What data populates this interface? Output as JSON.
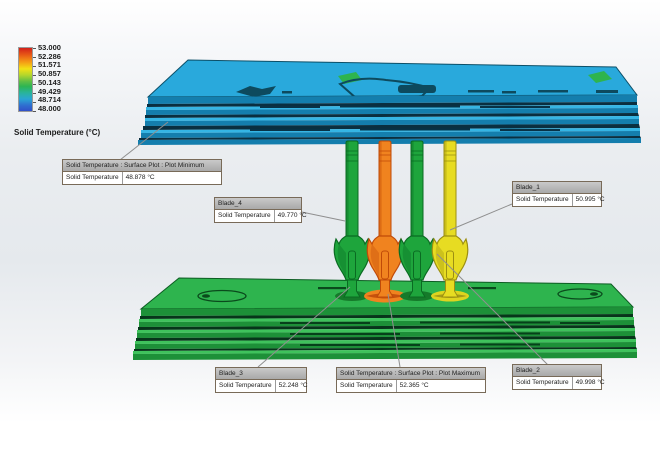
{
  "legend": {
    "title": "Solid Temperature (°C)",
    "ticks": [
      "53.000",
      "52.286",
      "51.571",
      "50.857",
      "50.143",
      "49.429",
      "48.714",
      "48.000"
    ]
  },
  "callouts": {
    "plot_min": {
      "header": "Solid Temperature : Surface Plot : Plot Minimum",
      "param": "Solid Temperature",
      "value": "48.878 °C"
    },
    "plot_max": {
      "header": "Solid Temperature : Surface Plot : Plot Maximum",
      "param": "Solid Temperature",
      "value": "52.365 °C"
    },
    "blade_1": {
      "header": "Blade_1",
      "param": "Solid Temperature",
      "value": "50.995 °C"
    },
    "blade_2": {
      "header": "Blade_2",
      "param": "Solid Temperature",
      "value": "49.998 °C"
    },
    "blade_3": {
      "header": "Blade_3",
      "param": "Solid Temperature",
      "value": "52.248 °C"
    },
    "blade_4": {
      "header": "Blade_4",
      "param": "Solid Temperature",
      "value": "49.770 °C"
    }
  },
  "colors": {
    "cold_plate_top": "#29a9dc",
    "cold_plate_edge": "#147ead",
    "hot_plate_top": "#2eb44e",
    "hot_plate_edge": "#1d9038",
    "blade_green": "#1ea53c",
    "blade_orange": "#f0831f",
    "blade_yellow": "#e7dc22",
    "legend_max_red": "#d2201a",
    "legend_min_blue": "#3050c8"
  }
}
